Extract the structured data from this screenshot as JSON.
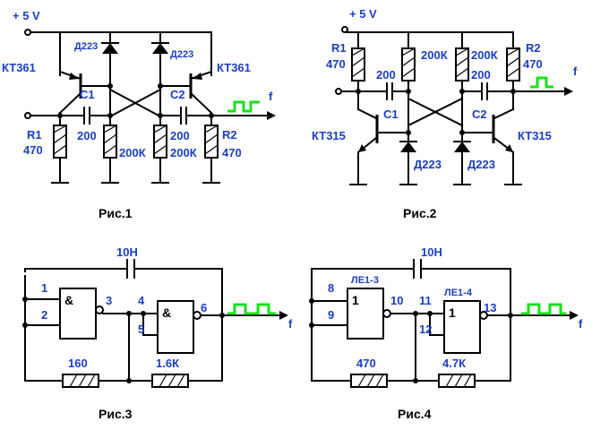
{
  "fig1": {
    "caption": "Рис.1",
    "supply": "+ 5 V",
    "out": "f",
    "q1": "КТ361",
    "q2": "КТ361",
    "d1": "Д223",
    "d2": "Д223",
    "c1": "C1",
    "c1v": "200",
    "c2": "C2",
    "c2v": "200",
    "r1": "R1",
    "r1v": "470",
    "r2": "R2",
    "r2v": "470",
    "rb1v": "200К",
    "rb2v": "200К"
  },
  "fig2": {
    "caption": "Рис.2",
    "supply": "+ 5 V",
    "out": "f",
    "q1": "КТ315",
    "q2": "КТ315",
    "d1": "Д223",
    "d2": "Д223",
    "c1": "C1",
    "c1v": "200",
    "c2": "C2",
    "c2v": "200",
    "r1": "R1",
    "r1v": "470",
    "r2": "R2",
    "r2v": "470",
    "rb1v": "200К",
    "rb2v": "200К"
  },
  "fig3": {
    "caption": "Рис.3",
    "cap": "10Н",
    "out": "f",
    "gate_symbol": "&",
    "pins": [
      "1",
      "2",
      "3",
      "4",
      "5",
      "6"
    ],
    "r1v": "160",
    "r2v": "1.6К"
  },
  "fig4": {
    "caption": "Рис.4",
    "cap": "10Н",
    "out": "f",
    "gate_symbol": "1",
    "g1": "ЛЕ1-3",
    "g2": "ЛЕ1-4",
    "pins": [
      "8",
      "9",
      "10",
      "11",
      "12",
      "13"
    ],
    "r1v": "470",
    "r2v": "4.7К"
  }
}
